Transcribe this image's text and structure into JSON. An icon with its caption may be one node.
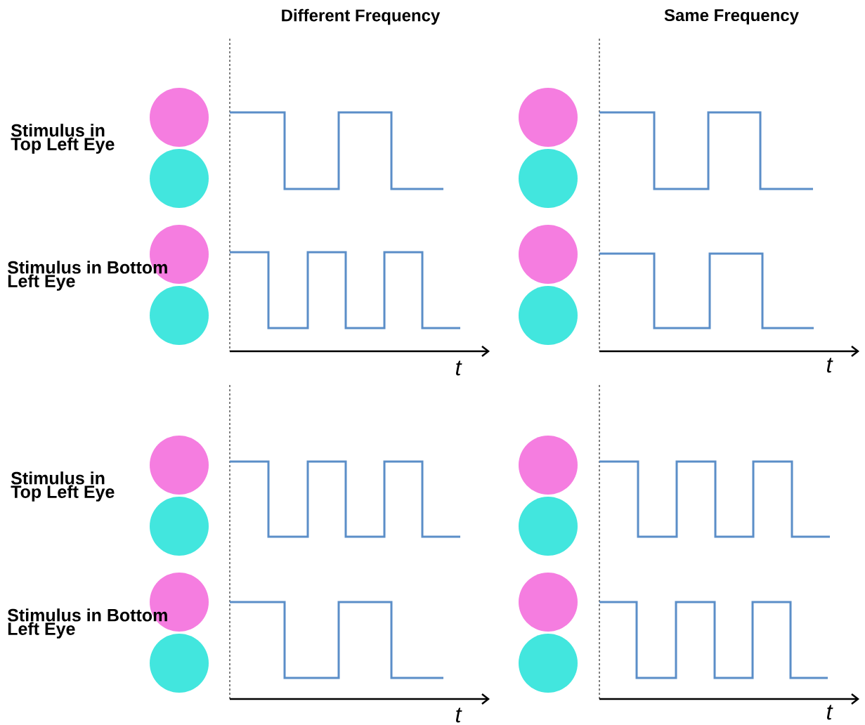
{
  "diagram": {
    "labels": [
      "Different Frequency",
      "Same Frequency",
      "Stimulus in Top Left Eye",
      "Stimulus in Bottom Left Eye",
      "t",
      "t",
      "Stimulus in Top Left Eye",
      "Stimulus in Bottom Left Eye",
      "t",
      "t"
    ]
  }
}
